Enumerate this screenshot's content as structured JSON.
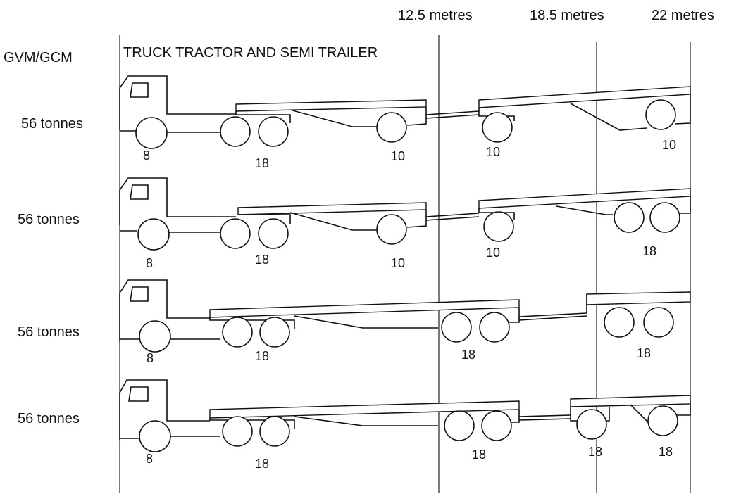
{
  "header": {
    "left_label": "GVM/GCM",
    "section_title": "TRUCK TRACTOR AND SEMI TRAILER"
  },
  "length_markers": [
    {
      "label": "12.5 metres"
    },
    {
      "label": "18.5 metres"
    },
    {
      "label": "22 metres"
    }
  ],
  "configurations": [
    {
      "mass": "56 tonnes",
      "axle_loads": [
        "8",
        "18",
        "10",
        "10",
        "10"
      ]
    },
    {
      "mass": "56 tonnes",
      "axle_loads": [
        "8",
        "18",
        "10",
        "10",
        "18"
      ]
    },
    {
      "mass": "56 tonnes",
      "axle_loads": [
        "8",
        "18",
        "18",
        "18"
      ]
    },
    {
      "mass": "56 tonnes",
      "axle_loads": [
        "8",
        "18",
        "18",
        "18",
        "18"
      ]
    }
  ]
}
